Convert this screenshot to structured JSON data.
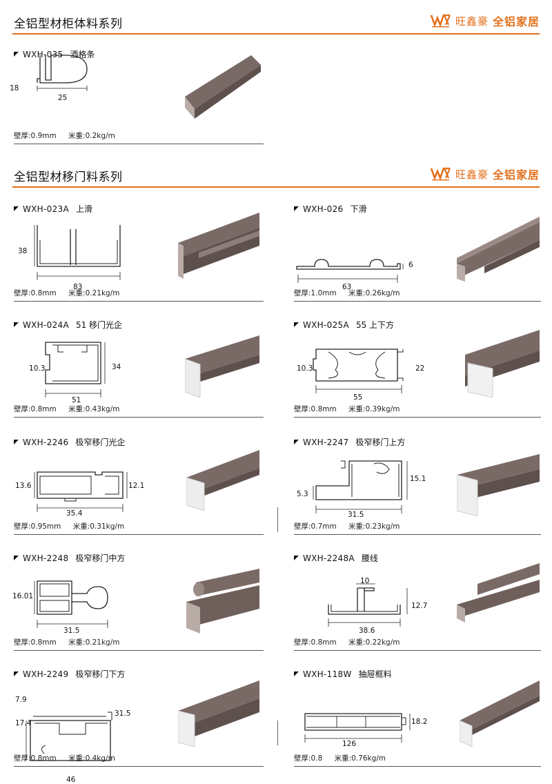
{
  "sections": [
    {
      "title": "全铝型材柜体料系列",
      "brand_name": "旺鑫豪",
      "brand_slogan": "全铝家居",
      "products": [
        {
          "code": "WXH-035",
          "name": "酒格条",
          "thickness_label": "壁厚:",
          "thickness": "0.9mm",
          "weight_label": "米重:",
          "weight": "0.2kg/m",
          "dims": [
            "18",
            "25"
          ]
        }
      ]
    },
    {
      "title": "全铝型材移门料系列",
      "brand_name": "旺鑫豪",
      "brand_slogan": "全铝家居",
      "products": [
        {
          "code": "WXH-023A",
          "name": "上滑",
          "thickness_label": "壁厚:",
          "thickness": "0.8mm",
          "weight_label": "米重:",
          "weight": "0.21kg/m",
          "dims": [
            "38",
            "83"
          ]
        },
        {
          "code": "WXH-026",
          "name": "下滑",
          "thickness_label": "壁厚:",
          "thickness": "1.0mm",
          "weight_label": "米重:",
          "weight": "0.26kg/m",
          "dims": [
            "6",
            "63"
          ]
        },
        {
          "code": "WXH-024A",
          "name": "51 移门光企",
          "thickness_label": "壁厚:",
          "thickness": "0.8mm",
          "weight_label": "米重:",
          "weight": "0.43kg/m",
          "dims": [
            "10.3",
            "34",
            "51"
          ]
        },
        {
          "code": "WXH-025A",
          "name": "55 上下方",
          "thickness_label": "壁厚:",
          "thickness": "0.8mm",
          "weight_label": "米重:",
          "weight": "0.39kg/m",
          "dims": [
            "10.3",
            "22",
            "55"
          ]
        },
        {
          "code": "WXH-2246",
          "name": "极窄移门光企",
          "thickness_label": "壁厚:",
          "thickness": "0.95mm",
          "weight_label": "米重:",
          "weight": "0.31kg/m",
          "dims": [
            "13.6",
            "12.1",
            "35.4"
          ]
        },
        {
          "code": "WXH-2247",
          "name": "极窄移门上方",
          "thickness_label": "壁厚:",
          "thickness": "0.7mm",
          "weight_label": "米重:",
          "weight": "0.23kg/m",
          "dims": [
            "15.1",
            "5.3",
            "31.5"
          ]
        },
        {
          "code": "WXH-2248",
          "name": "极窄移门中方",
          "thickness_label": "壁厚:",
          "thickness": "0.8mm",
          "weight_label": "米重:",
          "weight": "0.21kg/m",
          "dims": [
            "16.01",
            "31.5"
          ]
        },
        {
          "code": "WXH-2248A",
          "name": "腰线",
          "thickness_label": "壁厚:",
          "thickness": "0.8mm",
          "weight_label": "米重:",
          "weight": "0.22kg/m",
          "dims": [
            "10",
            "12.7",
            "38.6"
          ]
        },
        {
          "code": "WXH-2249",
          "name": "极窄移门下方",
          "thickness_label": "壁厚:",
          "thickness": "0.8mm",
          "weight_label": "米重:",
          "weight": "0.4kg/m",
          "dims": [
            "7.9",
            "31.5",
            "17.4",
            "46"
          ]
        },
        {
          "code": "WXH-118W",
          "name": "抽屉框料",
          "thickness_label": "壁厚:",
          "thickness": "0.8",
          "weight_label": "米重:",
          "weight": "0.76kg/m",
          "dims": [
            "18.2",
            "126"
          ]
        }
      ]
    }
  ],
  "colors": {
    "accent": "#e2701c",
    "profile": "#7a6a66",
    "profile_light": "#b9aca7",
    "line": "#222222"
  },
  "icons": {
    "brand_logo": "wxh-logo-icon",
    "marker": "triangle-marker-icon"
  }
}
